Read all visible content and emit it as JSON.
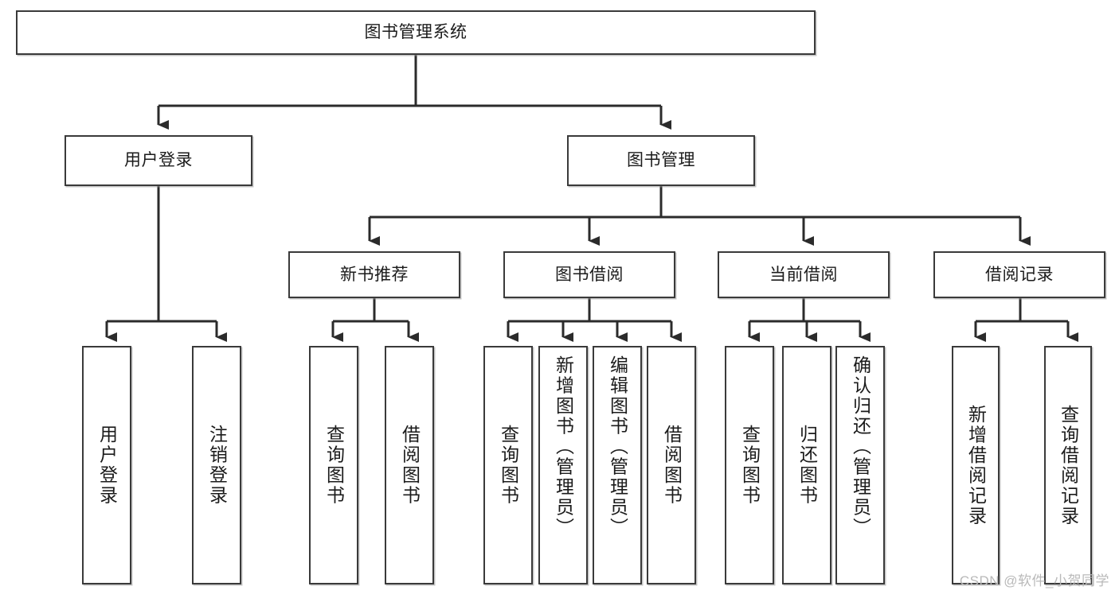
{
  "diagram": {
    "title": "图书管理系统",
    "type": "tree-hierarchy",
    "watermark": "CSDN @软件_小贺同学",
    "colors": {
      "box_border": "#3a3a3a",
      "box_fill": "#ffffff",
      "connector": "#2b2b2b",
      "text": "#1b1b1b",
      "watermark": "#b9b9b9"
    },
    "levels": {
      "root": {
        "label": "图书管理系统"
      },
      "level2": [
        {
          "id": "user-login",
          "label": "用户登录"
        },
        {
          "id": "book-manage",
          "label": "图书管理"
        }
      ],
      "level3": [
        {
          "id": "new-book-rec",
          "label": "新书推荐"
        },
        {
          "id": "book-borrow",
          "label": "图书借阅"
        },
        {
          "id": "current-borrow",
          "label": "当前借阅"
        },
        {
          "id": "borrow-record",
          "label": "借阅记录"
        }
      ],
      "leaves": [
        {
          "id": "leaf-user-login",
          "label": "用户登录",
          "parent": "user-login"
        },
        {
          "id": "leaf-logout",
          "label": "注销登录",
          "parent": "user-login"
        },
        {
          "id": "leaf-query-book-1",
          "label": "查询图书",
          "parent": "new-book-rec"
        },
        {
          "id": "leaf-borrow-book-1",
          "label": "借阅图书",
          "parent": "new-book-rec"
        },
        {
          "id": "leaf-query-book-2",
          "label": "查询图书",
          "parent": "book-borrow"
        },
        {
          "id": "leaf-add-book",
          "label": "新增图书（管理员）",
          "parent": "book-borrow"
        },
        {
          "id": "leaf-edit-book",
          "label": "编辑图书（管理员）",
          "parent": "book-borrow"
        },
        {
          "id": "leaf-borrow-book-2",
          "label": "借阅图书",
          "parent": "book-borrow"
        },
        {
          "id": "leaf-query-book-3",
          "label": "查询图书",
          "parent": "current-borrow"
        },
        {
          "id": "leaf-return-book",
          "label": "归还图书",
          "parent": "current-borrow"
        },
        {
          "id": "leaf-confirm-return",
          "label": "确认归还（管理员）",
          "parent": "current-borrow"
        },
        {
          "id": "leaf-add-record",
          "label": "新增借阅记录",
          "parent": "borrow-record"
        },
        {
          "id": "leaf-query-record",
          "label": "查询借阅记录",
          "parent": "borrow-record"
        }
      ]
    }
  }
}
